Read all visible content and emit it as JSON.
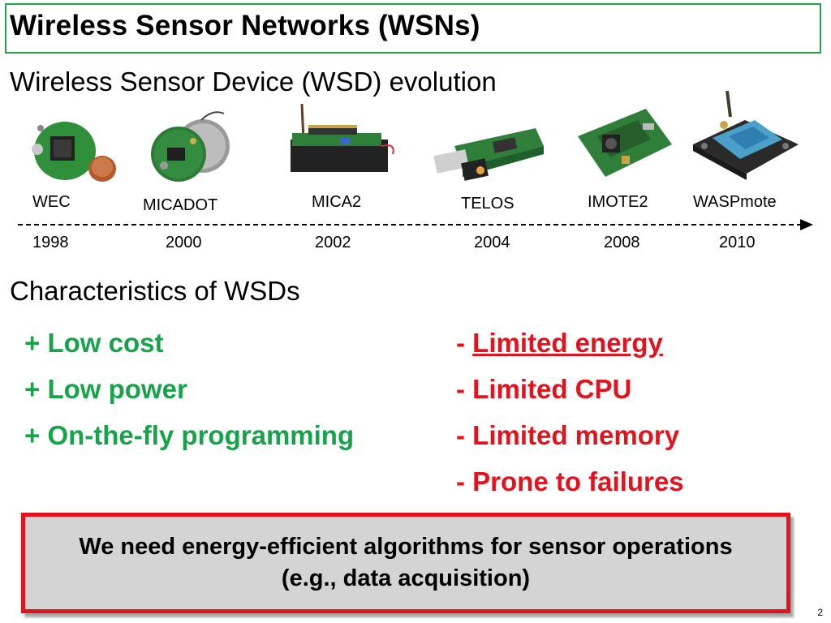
{
  "slide": {
    "title": "Wireless Sensor Networks (WSNs)",
    "evolution_heading": "Wireless Sensor Device (WSD) evolution",
    "characteristics_heading": "Characteristics of WSDs",
    "page_number": "2"
  },
  "devices": [
    {
      "name": "WEC",
      "year": "1998"
    },
    {
      "name": "MICADOT",
      "year": "2000"
    },
    {
      "name": "MICA2",
      "year": "2002"
    },
    {
      "name": "TELOS",
      "year": "2004"
    },
    {
      "name": "IMOTE2",
      "year": "2008"
    },
    {
      "name": "WASPmote",
      "year": "2010"
    }
  ],
  "pros": [
    {
      "sign": "+ ",
      "text": "Low cost"
    },
    {
      "sign": "+ ",
      "text": "Low power"
    },
    {
      "sign": "+ ",
      "text": "On-the-fly programming"
    }
  ],
  "cons": [
    {
      "sign": "- ",
      "text": "Limited energy"
    },
    {
      "sign": "- ",
      "text": "Limited CPU"
    },
    {
      "sign": "- ",
      "text": "Limited memory"
    },
    {
      "sign": "- ",
      "text": "Prone to failures"
    }
  ],
  "callout": {
    "text": "We need energy-efficient algorithms for sensor operations (e.g., data acquisition)"
  },
  "colors": {
    "pro": "#16a34a",
    "con": "#e3121c",
    "title_border": "#22a34a",
    "callout_border": "#e3121c",
    "callout_bg": "#d4d4d4"
  }
}
